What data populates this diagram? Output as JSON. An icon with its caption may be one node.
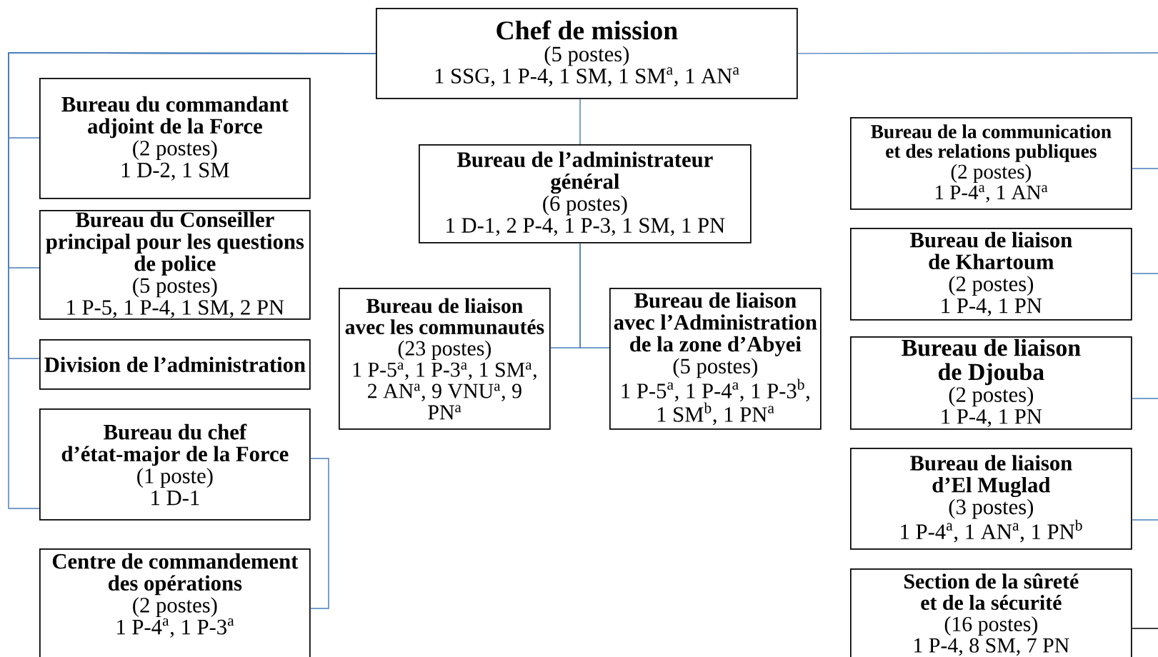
{
  "diagram": {
    "nodes": [
      {
        "text": [
          "Chef de mission",
          "(5 postes)",
          "1 SSG, 1 P-4, 1 SM, 1 SM$^{a}$, 1 AN$^{a}$"
        ]
      },
      {
        "text": [
          "Bureau du commandant adjoint de la Force",
          "(2 postes)",
          "1 D-2, 1 SM"
        ]
      },
      {
        "text": [
          "Bureau du Conseiller principal pour les questions de police",
          "(5 postes)",
          "1 P-5, 1 P-4, 1 SM, 2 PN"
        ]
      },
      {
        "text": [
          "Division de l’administration"
        ]
      },
      {
        "text": [
          "Bureau du chef d’état-major de la Force",
          "(1 poste)",
          "1 D-1"
        ]
      },
      {
        "text": [
          "Centre de commandement des opérations",
          "(2 postes)",
          "1 P-4$^{a}$, 1 P-3$^{a}$"
        ]
      },
      {
        "text": [
          "Bureau de l’administrateur général",
          "(6 postes)",
          "1 D-1, 2 P-4, 1 P-3, 1 SM, 1 PN"
        ]
      },
      {
        "text": [
          "Bureau de liaison avec les communautés",
          "(23 postes)",
          "1 P-5$^{a}$, 1 P-3$^{a}$, 1 SM$^{a}$, 2 AN$^{a}$, 9 VNU$^{a}$, 9 PN$^{a}$"
        ]
      },
      {
        "text": [
          "Bureau de liaison avec l’Administration de la zone d’Abyei",
          "(5 postes)",
          "1 P-5$^{a}$, 1 P-4$^{a}$, 1 P-3$^{b}$, 1 SM$^{b}$, 1 PN$^{a}$"
        ]
      },
      {
        "text": [
          "Bureau de la communication et des relations publiques",
          "(2 postes)",
          "1 P-4$^{a}$, 1 AN$^{a}$"
        ]
      },
      {
        "text": [
          "Bureau de liaison de Khartoum",
          "(2 postes)",
          "1 P-4, 1 PN"
        ]
      },
      {
        "text": [
          "Bureau de liaison de Djouba",
          "(2 postes)",
          "1 P-4, 1 PN"
        ]
      },
      {
        "text": [
          "Bureau de liaison d’El Muglad",
          "(3 postes)",
          "1 P-4$^{a}$, 1 AN$^{a}$, 1 PN$^{b}$"
        ]
      },
      {
        "text": [
          "Section de la sûreté et de la sécurité",
          "(16 postes)",
          "1 P-4, 8 SM, 7 PN"
        ]
      }
    ],
    "edges": [
      {
        "from": 0,
        "to": 1,
        "arrow": "none"
      },
      {
        "from": 0,
        "to": 2,
        "arrow": "none"
      },
      {
        "from": 0,
        "to": 3,
        "arrow": "none"
      },
      {
        "from": 0,
        "to": 4,
        "arrow": "none"
      },
      {
        "from": 4,
        "to": 5,
        "arrow": "none"
      },
      {
        "from": 0,
        "to": 6,
        "arrow": "none"
      },
      {
        "from": 6,
        "to": 7,
        "arrow": "none"
      },
      {
        "from": 6,
        "to": 8,
        "arrow": "none"
      },
      {
        "from": 0,
        "to": null,
        "arrow": "none"
      },
      {
        "from": null,
        "to": 9,
        "arrow": "none"
      },
      {
        "from": null,
        "to": 10,
        "arrow": "none"
      },
      {
        "from": null,
        "to": 11,
        "arrow": "none"
      },
      {
        "from": null,
        "to": 12,
        "arrow": "none"
      },
      {
        "from": null,
        "to": 13,
        "arrow": "none",
        "color": "#000000"
      }
    ]
  }
}
